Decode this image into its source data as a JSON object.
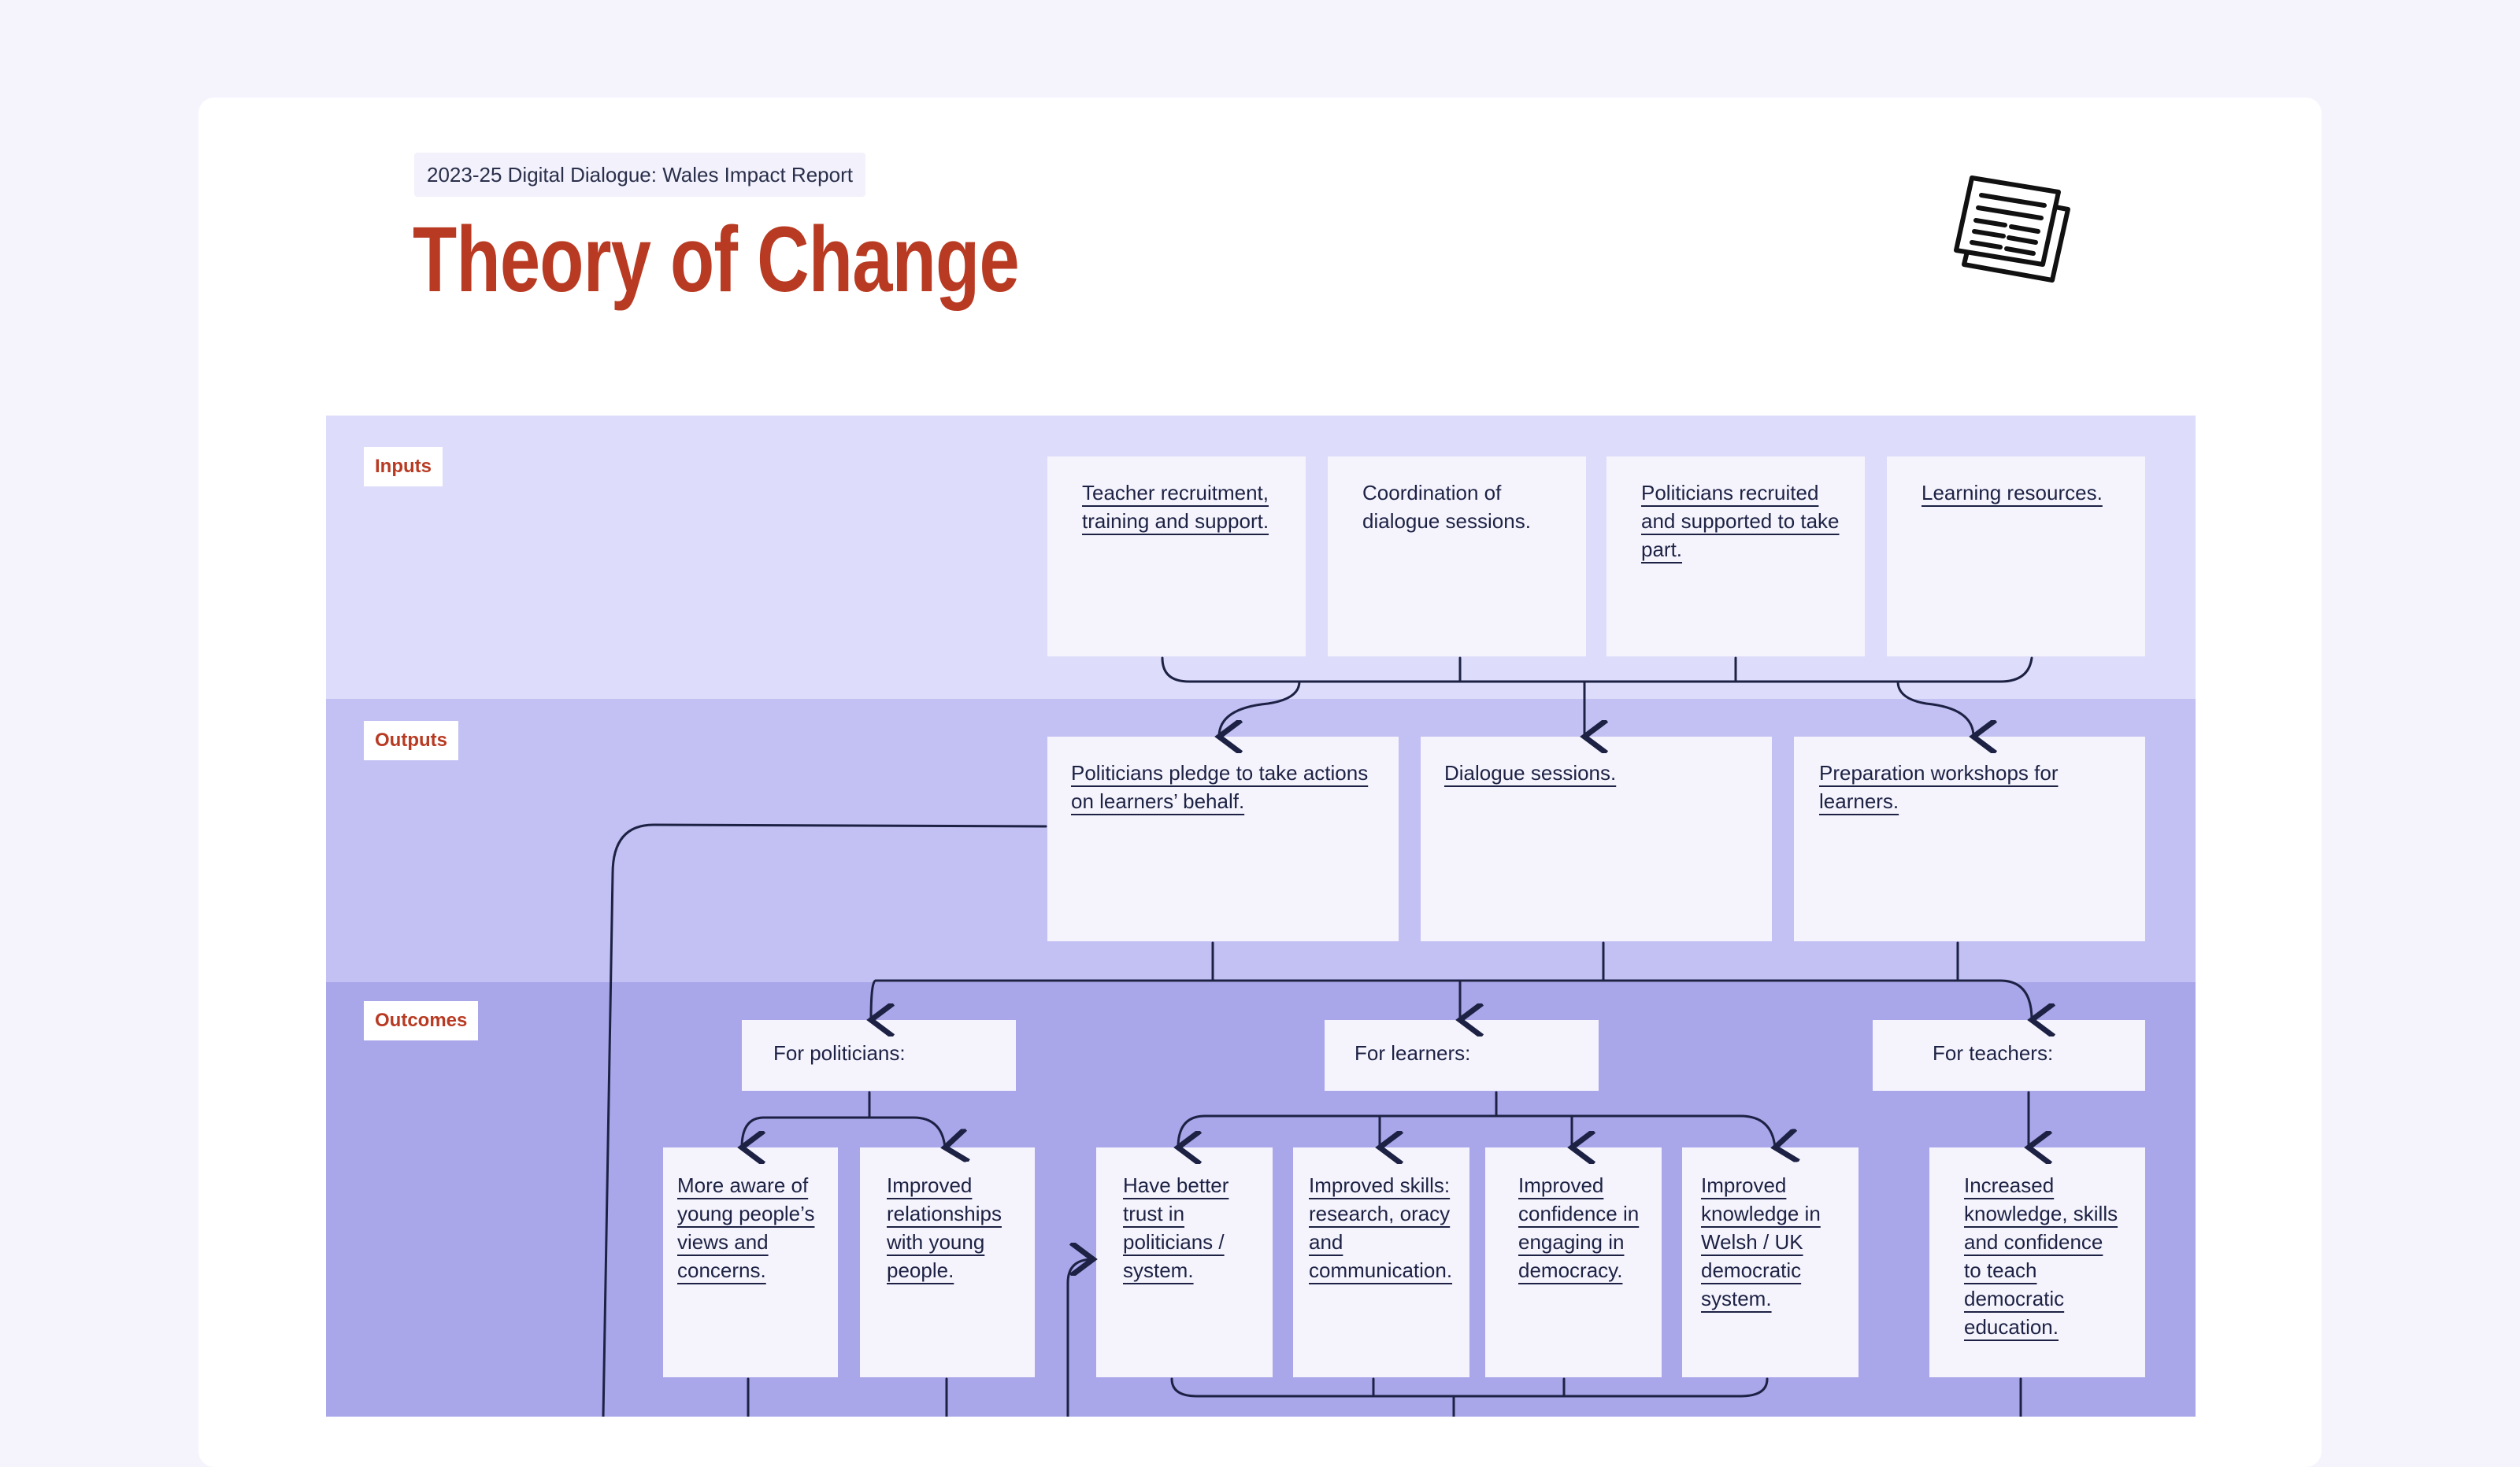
{
  "header": {
    "report_tag": "2023-25 Digital Dialogue: Wales Impact Report",
    "title": "Theory of Change",
    "icon": "newspaper-icon"
  },
  "colors": {
    "page_bg": "#f5f4fd",
    "title": "#b83a22",
    "inputs_band": "#dddcfa",
    "outputs_band": "#c3c0f3",
    "outcomes_band": "#a9a6ea",
    "line": "#1d2244"
  },
  "bands": {
    "inputs": {
      "label": "Inputs",
      "items": [
        "Teacher recruitment, training and support.",
        "Coordination of dialogue sessions.",
        "Politicians recruited and supported to take part.",
        "Learning resources."
      ]
    },
    "outputs": {
      "label": "Outputs",
      "items": [
        "Politicians pledge to take actions on learners’ behalf.",
        "Dialogue sessions.",
        "Preparation workshops for learners."
      ]
    },
    "outcomes": {
      "label": "Outcomes",
      "groups": [
        {
          "heading": "For politicians:",
          "items": [
            "More aware of young people’s views and concerns.",
            "Improved relationships with young people."
          ]
        },
        {
          "heading": "For learners:",
          "items": [
            "Have better trust in politicians / system.",
            "Improved skills: research, oracy and communication.",
            "Improved confidence in engaging in democracy.",
            "Improved knowledge in Welsh / UK democratic system."
          ]
        },
        {
          "heading": "For teachers:",
          "items": [
            "Increased knowledge, skills and confidence to teach democratic education."
          ]
        }
      ]
    }
  }
}
